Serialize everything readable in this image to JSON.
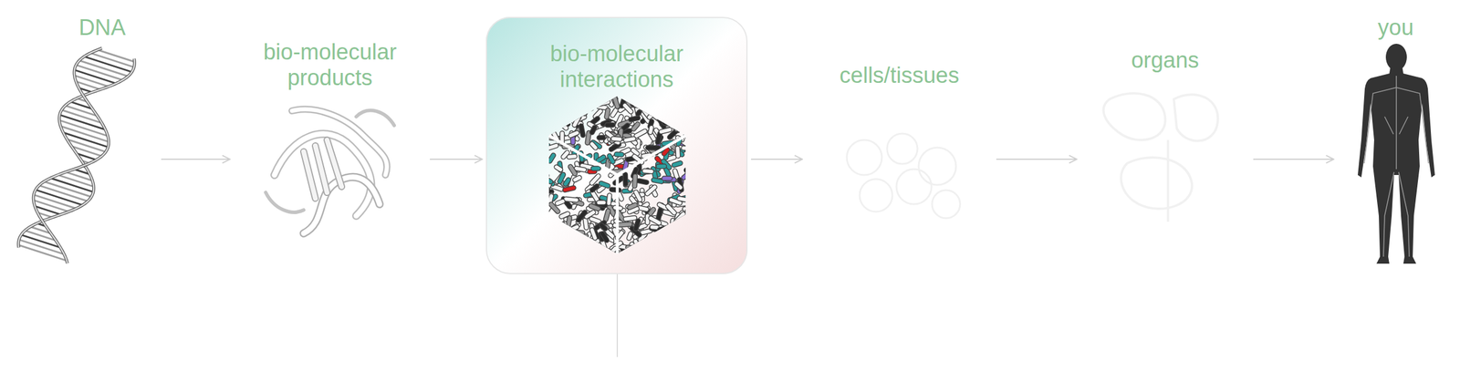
{
  "diagram": {
    "nodes": [
      {
        "text": [
          "DNA"
        ]
      },
      {
        "text": [
          "bio-molecular products"
        ]
      },
      {
        "text": [
          "bio-molecular interactions"
        ]
      },
      {
        "text": [
          "cells/tissues"
        ]
      },
      {
        "text": [
          "organs"
        ]
      },
      {
        "text": [
          "you"
        ]
      }
    ],
    "edges": [
      {
        "from": 0,
        "to": 1,
        "arrow": "to"
      },
      {
        "from": 1,
        "to": 2,
        "arrow": "to"
      },
      {
        "from": 2,
        "to": 3,
        "arrow": "to"
      },
      {
        "from": 3,
        "to": 4,
        "arrow": "to"
      },
      {
        "from": 4,
        "to": 5,
        "arrow": "to"
      }
    ]
  }
}
